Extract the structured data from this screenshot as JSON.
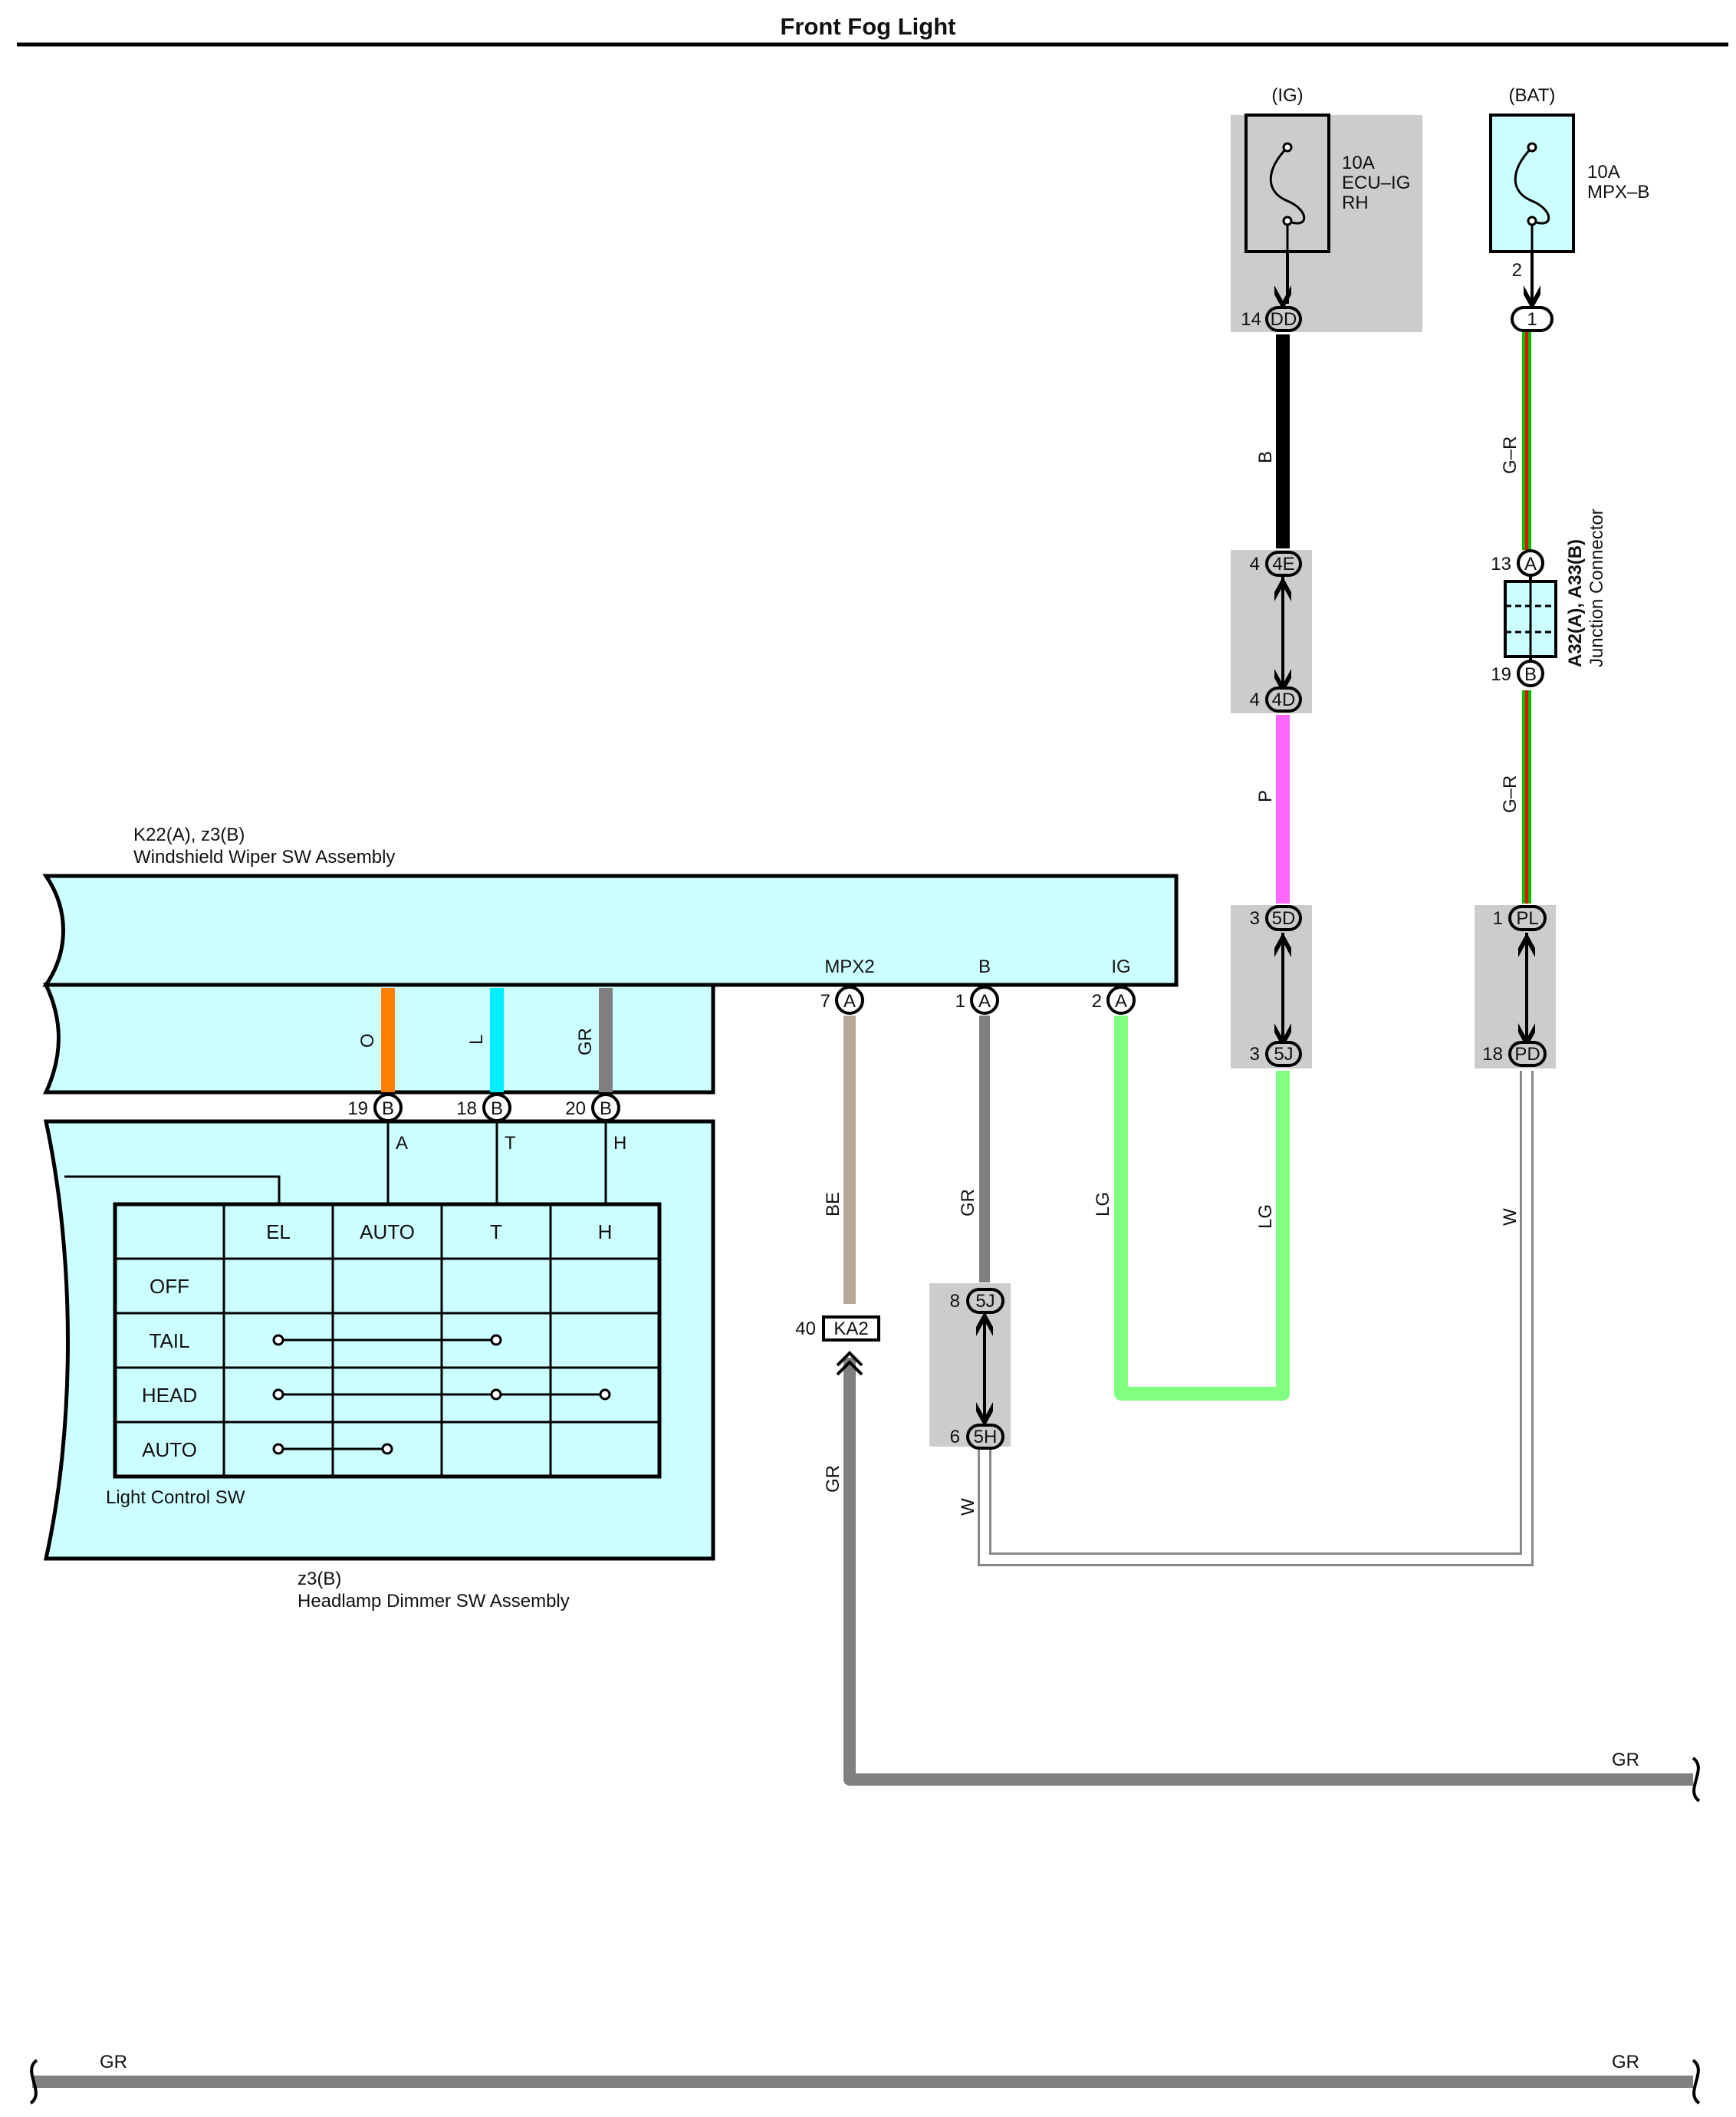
{
  "title": "Front Fog Light",
  "colors": {
    "component_fill": "#ccffff",
    "shade": "#cccccc",
    "orange": "#ff7f00",
    "cyan": "#00eeff",
    "gray": "#808080",
    "beige": "#b5a898",
    "light_green": "#80ff80",
    "pink": "#ff66ff",
    "black": "#000000",
    "green": "#00c000",
    "red": "#ff0000",
    "white_wire": "#ffffff"
  },
  "fuses": {
    "ig": {
      "source": "(IG)",
      "rating": "10A",
      "name1": "ECU–IG",
      "name2": "RH"
    },
    "bat": {
      "source": "(BAT)",
      "rating": "10A",
      "name1": "MPX–B",
      "pin": "2"
    }
  },
  "connectors": {
    "dd": {
      "pin": "14",
      "label": "DD"
    },
    "c4e": {
      "pin": "4",
      "label": "4E"
    },
    "c4d": {
      "pin": "4",
      "label": "4D"
    },
    "c5d": {
      "pin": "3",
      "label": "5D"
    },
    "c5j_top": {
      "pin": "3",
      "label": "5J"
    },
    "c1": {
      "label": "1"
    },
    "jA": {
      "pin": "13",
      "label": "A"
    },
    "jB": {
      "pin": "19",
      "label": "B"
    },
    "pl": {
      "pin": "1",
      "label": "PL"
    },
    "pd": {
      "pin": "18",
      "label": "PD"
    },
    "mpx2": {
      "pin": "7",
      "label": "A"
    },
    "bA": {
      "pin": "1",
      "label": "A"
    },
    "igA": {
      "pin": "2",
      "label": "A"
    },
    "b19": {
      "pin": "19",
      "label": "B"
    },
    "b18": {
      "pin": "18",
      "label": "B"
    },
    "b20": {
      "pin": "20",
      "label": "B"
    },
    "ka2": {
      "pin": "40",
      "label": "KA2"
    },
    "c5j_low": {
      "pin": "8",
      "label": "5J"
    },
    "c5h": {
      "pin": "6",
      "label": "5H"
    }
  },
  "junction": {
    "name": "A32(A), A33(B)",
    "desc": "Junction Connector"
  },
  "wiper": {
    "code": "K22(A), z3(B)",
    "name": "Windshield Wiper SW Assembly",
    "terminals": [
      "MPX2",
      "B",
      "IG"
    ]
  },
  "dimmer": {
    "code": "z3(B)",
    "name": "Headlamp Dimmer SW Assembly",
    "switch_label": "Light Control SW",
    "terminals": [
      "A",
      "T",
      "H"
    ]
  },
  "switch_table": {
    "columns": [
      "EL",
      "AUTO",
      "T",
      "H"
    ],
    "rows": [
      "OFF",
      "TAIL",
      "HEAD",
      "AUTO"
    ]
  },
  "wire_colors": {
    "b": "B",
    "p": "P",
    "gr_top": "G–R",
    "gr_mid": "G–R",
    "lg_right": "LG",
    "lg_left": "LG",
    "w_right": "W",
    "be": "BE",
    "gr_b": "GR",
    "gr_ka2": "GR",
    "w_bottom": "W",
    "o": "O",
    "l": "L",
    "gr_h": "GR",
    "gr_end": "GR",
    "gr_bottom_left": "GR",
    "gr_bottom_right": "GR"
  }
}
